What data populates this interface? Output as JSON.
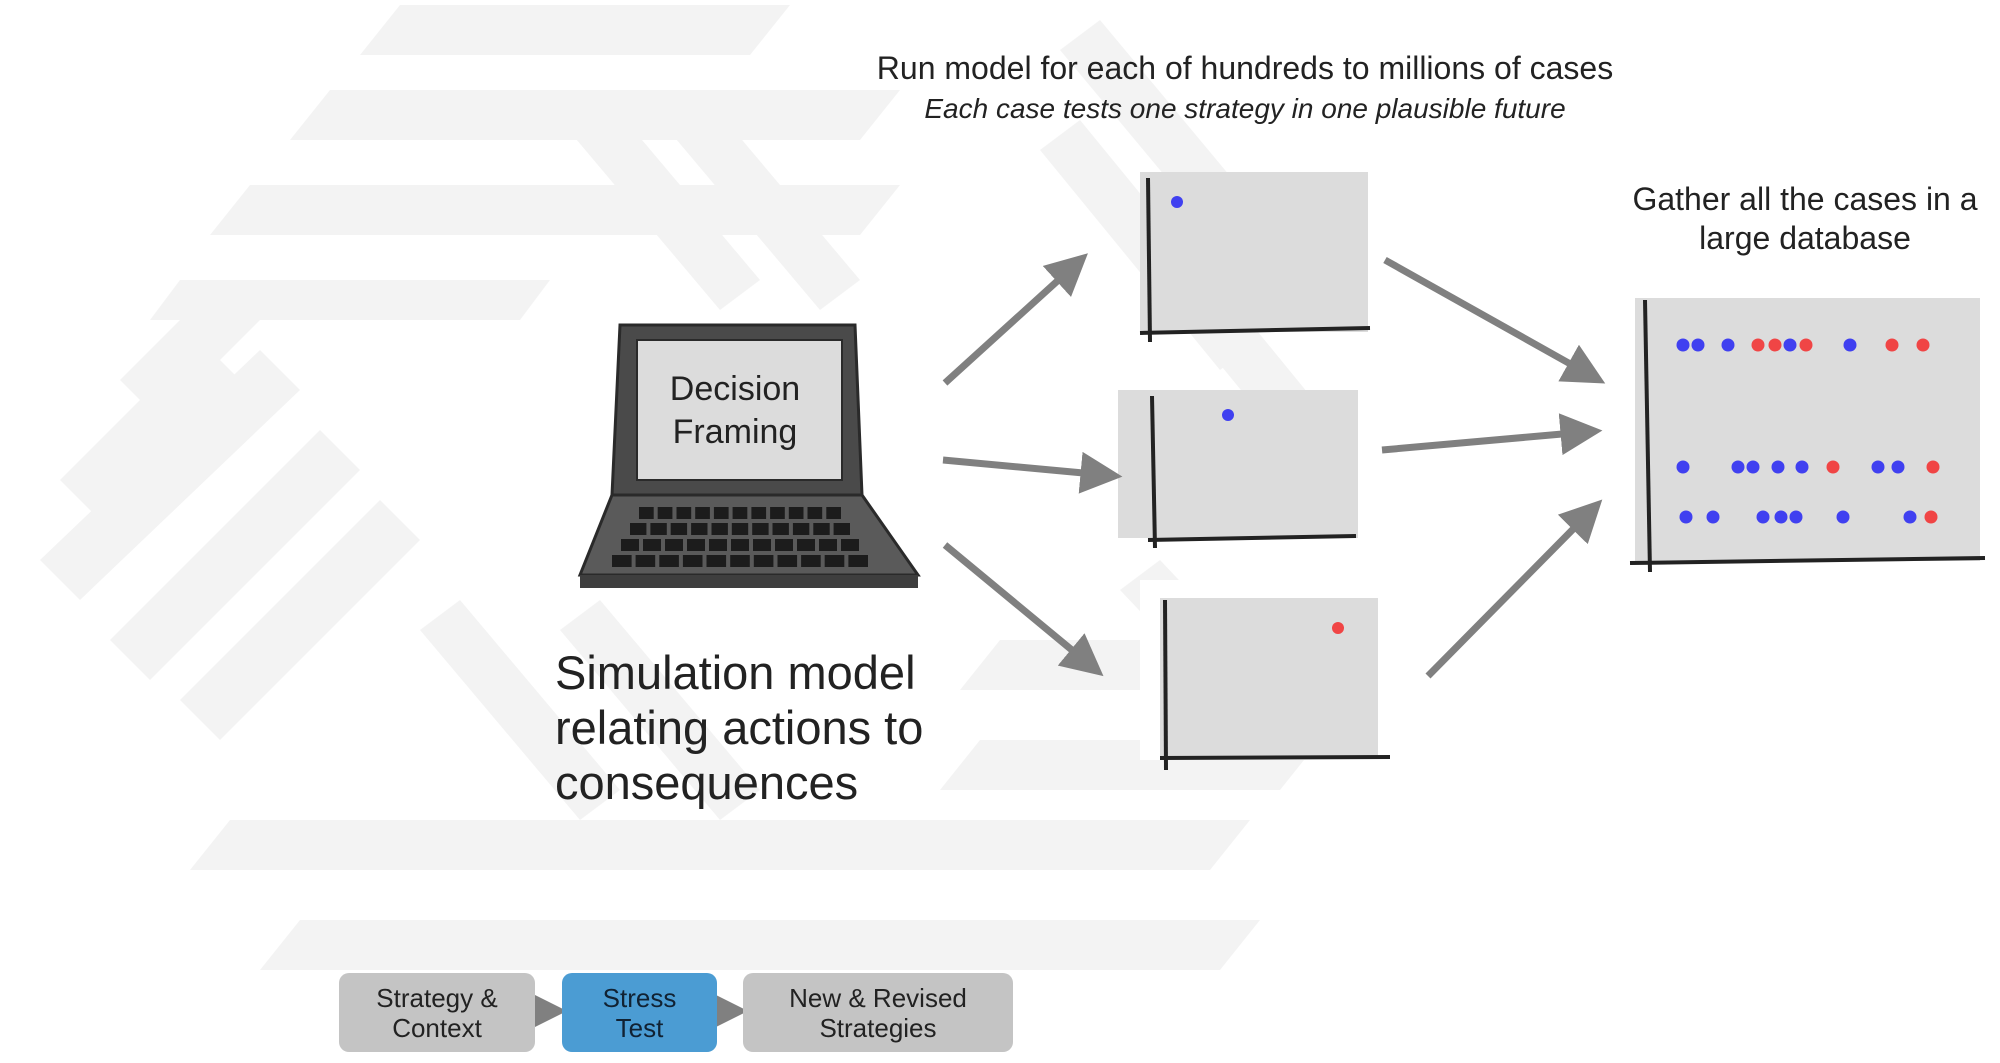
{
  "header": {
    "title": "Run model for each of hundreds to millions of cases",
    "subtitle": "Each case tests one strategy in one plausible future"
  },
  "database": {
    "label_line1": "Gather all the cases in a",
    "label_line2": "large database"
  },
  "laptop": {
    "screen_line1": "Decision",
    "screen_line2": "Framing"
  },
  "simulation": {
    "line1": "Simulation model",
    "line2": "relating actions to",
    "line3": "consequences"
  },
  "process": {
    "steps": [
      {
        "line1": "Strategy &",
        "line2": "Context",
        "active": false
      },
      {
        "line1": "Stress",
        "line2": "Test",
        "active": true
      },
      {
        "line1": "New & Revised",
        "line2": "Strategies",
        "active": false
      }
    ]
  },
  "colors": {
    "blue_point": "#4040f0",
    "red_point": "#f04545",
    "active_step": "#4b9cd3",
    "inactive_step": "#c4c4c4",
    "arrow": "#808080",
    "plot_fill": "#dcdcdc"
  },
  "plots": {
    "small": [
      {
        "point_color": "blue"
      },
      {
        "point_color": "blue"
      },
      {
        "point_color": "red"
      }
    ],
    "database_rows": [
      [
        "blue",
        "blue",
        "blue",
        "red",
        "red",
        "blue",
        "red",
        "blue",
        "red",
        "red"
      ],
      [
        "blue",
        "blue",
        "blue",
        "blue",
        "blue",
        "red",
        "blue",
        "blue",
        "red"
      ],
      [
        "blue",
        "blue",
        "blue",
        "blue",
        "blue",
        "blue",
        "blue",
        "red"
      ]
    ]
  }
}
